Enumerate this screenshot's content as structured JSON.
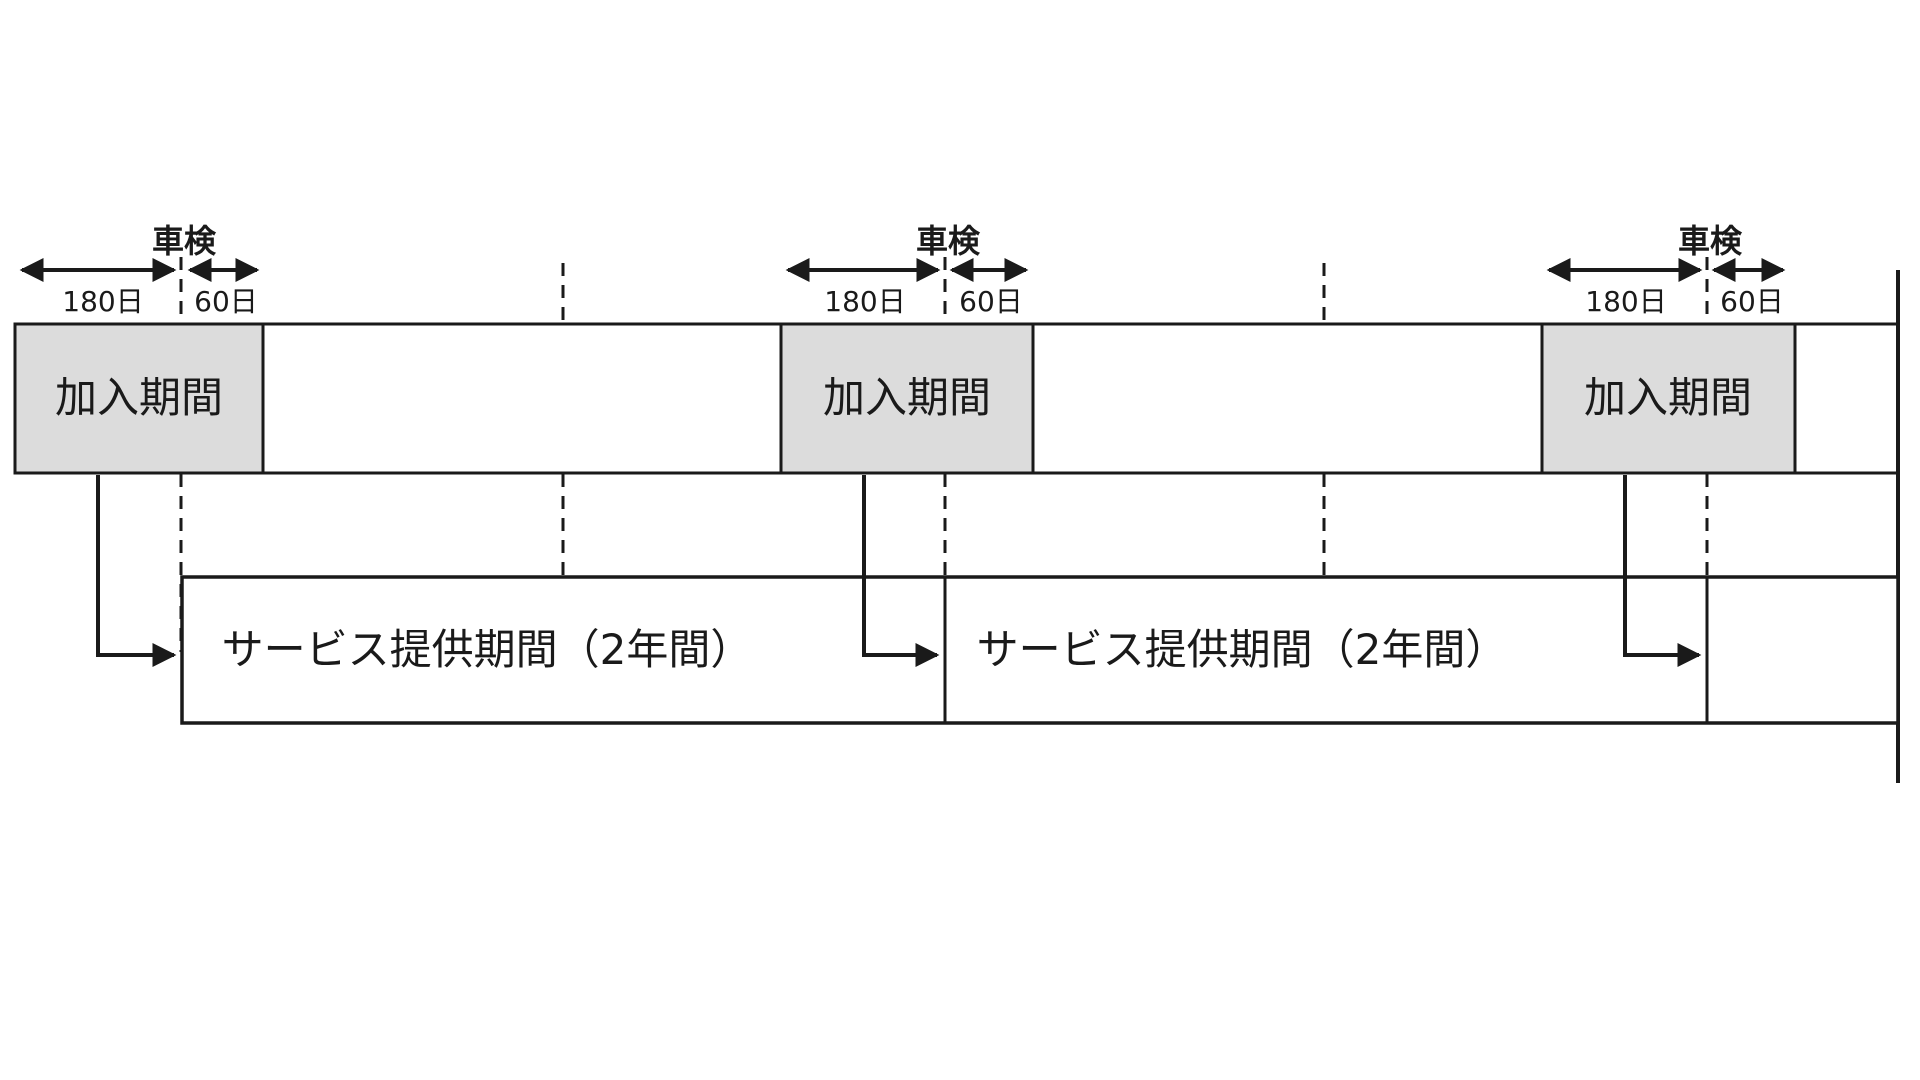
{
  "figure": {
    "background": "#ffffff",
    "line_color": "#1a1a1a",
    "subscription_fill": "#dcdcdc"
  },
  "units": [
    {
      "inspection": "車検",
      "before": "180日",
      "after": "60日",
      "box": "加入期間"
    },
    {
      "inspection": "車検",
      "before": "180日",
      "after": "60日",
      "box": "加入期間"
    },
    {
      "inspection": "車検",
      "before": "180日",
      "after": "60日",
      "box": "加入期間"
    }
  ],
  "service_segments": [
    {
      "label": "サービス提供期間（2年間）"
    },
    {
      "label": "サービス提供期間（2年間）"
    }
  ]
}
